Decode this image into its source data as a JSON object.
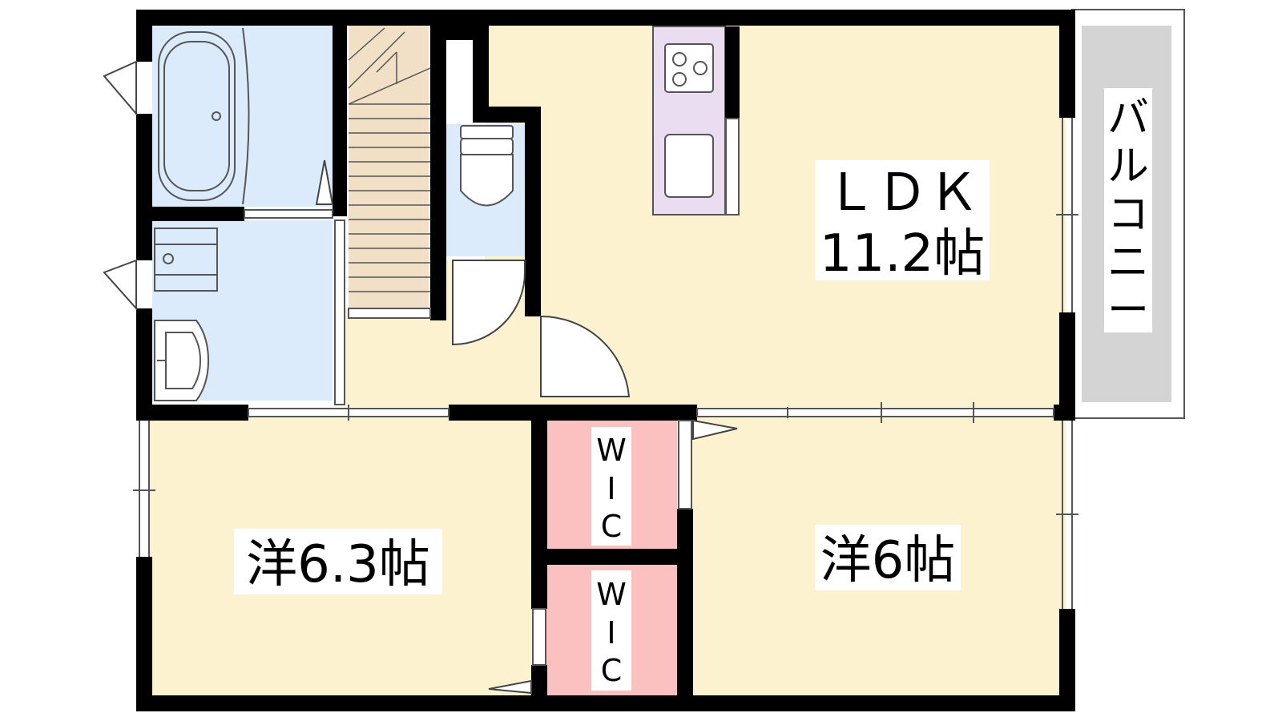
{
  "colors": {
    "wall": "#000000",
    "room_fill": "#fdf2d0",
    "wet_fill": "#dcebfb",
    "stair_fill": "#f1dfc6",
    "kitchen_fill": "#eaddf1",
    "wic_fill": "#fbc0c0",
    "balcony_fill": "#d4d4d4",
    "label_bg": "#ffffff"
  },
  "rooms": {
    "ldk": {
      "name": "ＬＤＫ",
      "size": "11.2帖"
    },
    "west_room": {
      "label": "洋6.3帖"
    },
    "east_room": {
      "label": "洋6帖"
    },
    "wic_upper": {
      "chars": [
        "W",
        "I",
        "C"
      ]
    },
    "wic_lower": {
      "chars": [
        "W",
        "I",
        "C"
      ]
    },
    "balcony": {
      "chars": [
        "バ",
        "ル",
        "コ",
        "ニ",
        "ー"
      ]
    }
  },
  "icons": [
    "bathtub-icon",
    "stairs-icon",
    "toilet-icon",
    "stove-icon",
    "sink-icon",
    "washing-machine-icon",
    "washbasin-icon",
    "door-swing-icon"
  ]
}
